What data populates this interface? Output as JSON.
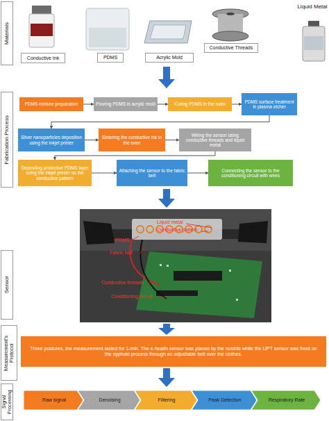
{
  "diagram": {
    "nodes": [
      {
        "text": [
          "Materials"
        ]
      },
      {
        "text": [
          "Conductive Ink"
        ]
      },
      {
        "text": [
          "PDMS"
        ]
      },
      {
        "text": [
          "Acrylic Mold"
        ]
      },
      {
        "text": [
          "Conductive Threads"
        ]
      },
      {
        "text": [
          "Fabrication Process"
        ]
      },
      {
        "text": [
          "PDMS mixture preparation"
        ]
      },
      {
        "text": [
          "Pouring PDMS in acrylic mold"
        ]
      },
      {
        "text": [
          "Curing PDMS in the oven"
        ]
      },
      {
        "text": [
          "PDMS surface treatment in plasma etcher"
        ]
      },
      {
        "text": [
          "Silver nanoparticles deposition using the inkjet printer"
        ]
      },
      {
        "text": [
          "Sintering the conductive ink in the oven"
        ]
      },
      {
        "text": [
          "Wiring the sensor using conductive threads and liquid metal"
        ]
      },
      {
        "text": [
          "Depositing protective PDMS layer using the inkjet printer on the conductive pattern"
        ]
      },
      {
        "text": [
          "Attaching the sensor to the fabric belt"
        ]
      },
      {
        "text": [
          "Connecting the sensor to the conditioning circuit with wires"
        ]
      },
      {
        "text": [
          "Sensor"
        ]
      },
      {
        "text": [
          "Measurement's Protocol"
        ]
      },
      {
        "text": [
          "Three postures, the measurement lasted for 1-min. The e-health sensor was placed by the nostrils while the IJPT sensor was fixed on the xyphoid process through an adjustable belt over the clothes."
        ]
      },
      {
        "text": [
          "Signal Processing"
        ]
      },
      {
        "text": [
          "Raw signal"
        ]
      },
      {
        "text": [
          "Denoising"
        ]
      },
      {
        "text": [
          "Filtering"
        ]
      },
      {
        "text": [
          "Peak Detection"
        ]
      },
      {
        "text": [
          "Respiratory Rate"
        ]
      }
    ],
    "edges": [
      {
        "from": 6,
        "to": 7,
        "arrow": "to"
      },
      {
        "from": 7,
        "to": 8,
        "arrow": "to"
      },
      {
        "from": 8,
        "to": 9,
        "arrow": "to"
      },
      {
        "from": 9,
        "to": 10,
        "arrow": "to"
      },
      {
        "from": 10,
        "to": 11,
        "arrow": "to"
      },
      {
        "from": 11,
        "to": 12,
        "arrow": "to"
      },
      {
        "from": 12,
        "to": 13,
        "arrow": "to"
      },
      {
        "from": 13,
        "to": 14,
        "arrow": "to"
      },
      {
        "from": 14,
        "to": 15,
        "arrow": "to"
      }
    ],
    "labels": [
      "Liquid Metal",
      "Liquid metal",
      "Conductive pattern",
      "PDMS",
      "Fabric belt",
      "Conductive threads",
      "Conditioning circuit"
    ]
  }
}
